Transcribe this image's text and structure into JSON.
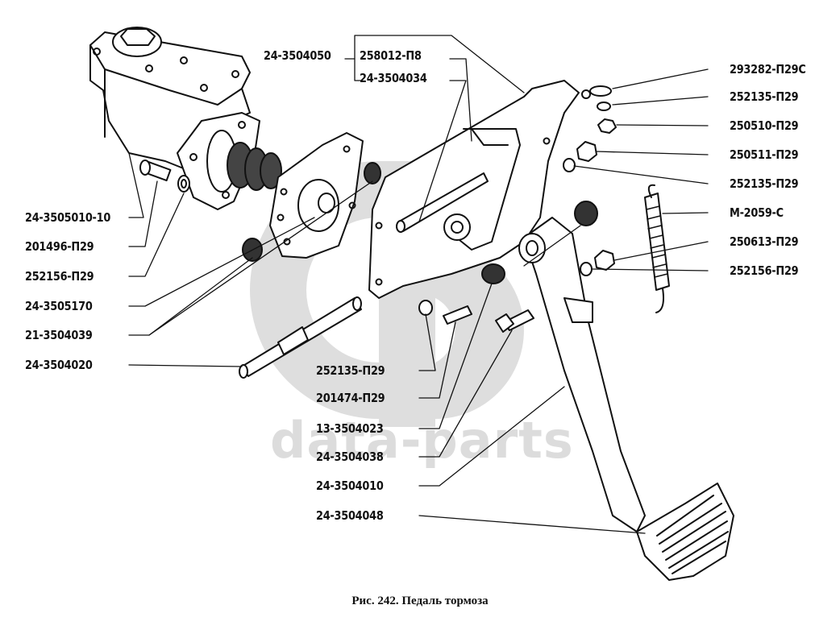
{
  "figure": {
    "caption": "Рис. 242. Педаль тормоза",
    "watermark": "data-parts"
  },
  "assembly": {
    "group_label": "24-3504050",
    "group_members": [
      "258012-П8",
      "24-3504034"
    ]
  },
  "labels_left": [
    "24-3505010-10",
    "201496-П29",
    "252156-П29",
    "24-3505170",
    "21-3504039",
    "24-3504020"
  ],
  "labels_center": [
    "252135-П29",
    "201474-П29",
    "13-3504023",
    "24-3504038",
    "24-3504010",
    "24-3504048"
  ],
  "labels_right": [
    "293282-П29С",
    "252135-П29",
    "250510-П29",
    "250511-П29",
    "252135-П29",
    "М-2059-С",
    "250613-П29",
    "252156-П29"
  ],
  "colors": {
    "ink": "#111111",
    "watermark": "#dcdcdc",
    "background": "#ffffff"
  }
}
